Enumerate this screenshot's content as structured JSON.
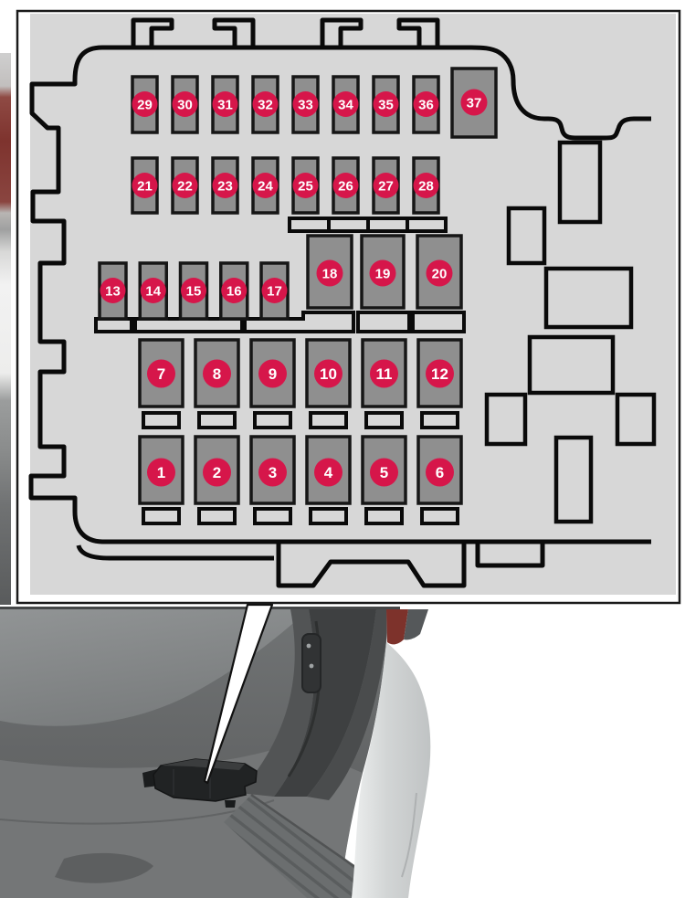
{
  "figure": {
    "kind": "vehicle-fuse-box-location-diagram",
    "panel_background": "#d7d7d7",
    "outline_color": "#0a0a0a"
  },
  "diagram": {
    "colors": {
      "marker_red": "#d6164a",
      "marker_text": "#ffffff",
      "fuse_gray": "#8f8f8f",
      "fuse_border": "#161616",
      "panel_gray": "#d7d7d7"
    },
    "fuses": [
      {
        "id": 1,
        "label": "1"
      },
      {
        "id": 2,
        "label": "2"
      },
      {
        "id": 3,
        "label": "3"
      },
      {
        "id": 4,
        "label": "4"
      },
      {
        "id": 5,
        "label": "5"
      },
      {
        "id": 6,
        "label": "6"
      },
      {
        "id": 7,
        "label": "7"
      },
      {
        "id": 8,
        "label": "8"
      },
      {
        "id": 9,
        "label": "9"
      },
      {
        "id": 10,
        "label": "10"
      },
      {
        "id": 11,
        "label": "11"
      },
      {
        "id": 12,
        "label": "12"
      },
      {
        "id": 13,
        "label": "13"
      },
      {
        "id": 14,
        "label": "14"
      },
      {
        "id": 15,
        "label": "15"
      },
      {
        "id": 16,
        "label": "16"
      },
      {
        "id": 17,
        "label": "17"
      },
      {
        "id": 18,
        "label": "18"
      },
      {
        "id": 19,
        "label": "19"
      },
      {
        "id": 20,
        "label": "20"
      },
      {
        "id": 21,
        "label": "21"
      },
      {
        "id": 22,
        "label": "22"
      },
      {
        "id": 23,
        "label": "23"
      },
      {
        "id": 24,
        "label": "24"
      },
      {
        "id": 25,
        "label": "25"
      },
      {
        "id": 26,
        "label": "26"
      },
      {
        "id": 27,
        "label": "27"
      },
      {
        "id": 28,
        "label": "28"
      },
      {
        "id": 29,
        "label": "29"
      },
      {
        "id": 30,
        "label": "30"
      },
      {
        "id": 31,
        "label": "31"
      },
      {
        "id": 32,
        "label": "32"
      },
      {
        "id": 33,
        "label": "33"
      },
      {
        "id": 34,
        "label": "34"
      },
      {
        "id": 35,
        "label": "35"
      },
      {
        "id": 36,
        "label": "36"
      },
      {
        "id": 37,
        "label": "37"
      }
    ]
  },
  "icons": {
    "callout_pointer": "white wedge pointing from diagram to fuse box in trunk photo"
  }
}
